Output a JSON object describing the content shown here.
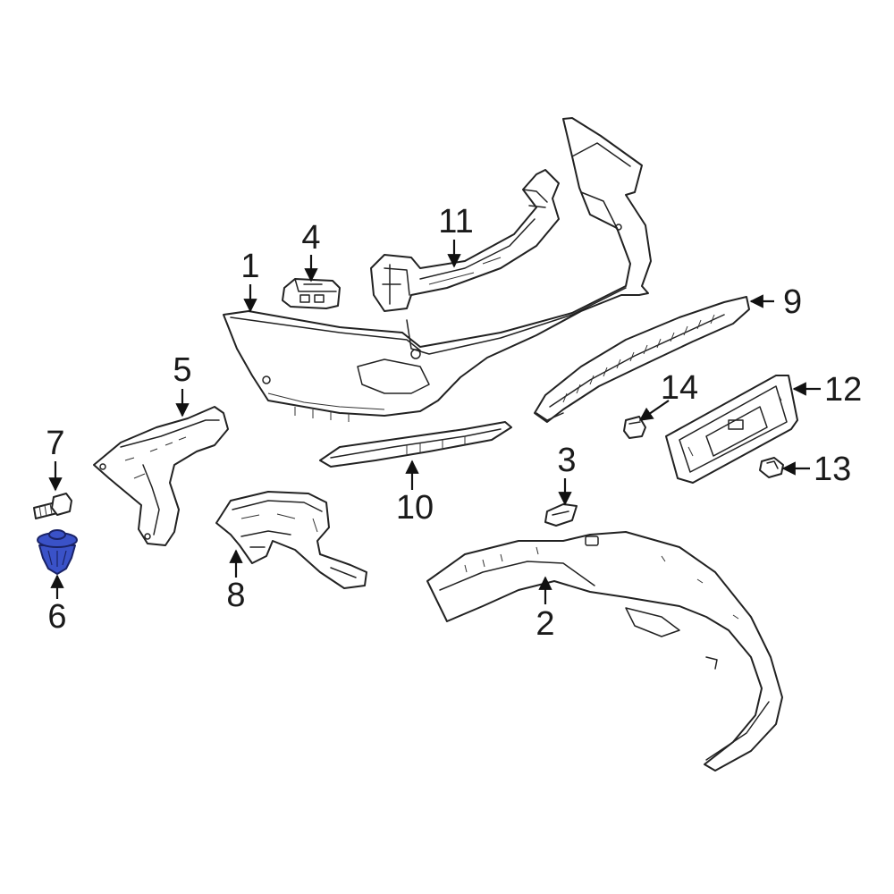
{
  "diagram": {
    "highlight_color": "#3a52c8",
    "highlighted_part": "6",
    "callouts": {
      "p1": "1",
      "p2": "2",
      "p3": "3",
      "p4": "4",
      "p5": "5",
      "p6": "6",
      "p7": "7",
      "p8": "8",
      "p9": "9",
      "p10": "10",
      "p11": "11",
      "p12": "12",
      "p13": "13",
      "p14": "14"
    }
  }
}
